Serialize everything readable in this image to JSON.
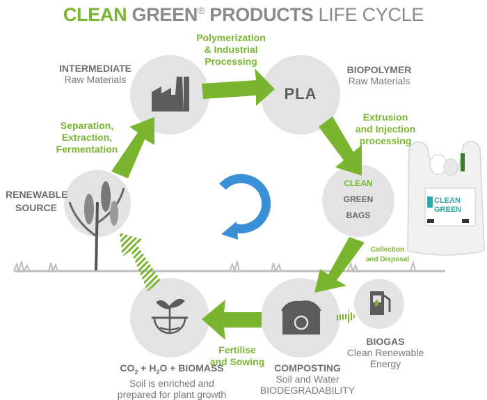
{
  "title": {
    "part1": "CLEAN",
    "part2": "GREEN",
    "reg": "®",
    "part3": "PRODUCTS",
    "part4": "LIFE CYCLE"
  },
  "nodes": {
    "intermediate": {
      "title": "INTERMEDIATE",
      "subtitle": "Raw Materials"
    },
    "biopolymer": {
      "title": "BIOPOLYMER",
      "subtitle": "Raw Materials"
    },
    "pla": {
      "label": "PLA"
    },
    "bags": {
      "line1": "CLEAN",
      "line2": "GREEN",
      "line3": "BAGS"
    },
    "renewable": {
      "line1": "RENEWABLE",
      "line2": "SOURCE"
    },
    "composting": {
      "title": "COMPOSTING",
      "line1": "Soil and Water",
      "line2": "BIODEGRADABILITY"
    },
    "biogas": {
      "title": "BIOGAS",
      "line1": "Clean Renewable",
      "line2": "Energy"
    },
    "biomass": {
      "t_co": "CO",
      "t_sub2a": "2",
      "t_plus_h": " + H",
      "t_sub2b": "2",
      "t_o": "O + BIOMASS",
      "line1": "Soil is enriched and",
      "line2": "prepared for plant growth"
    }
  },
  "steps": {
    "polymerization": [
      "Polymerization",
      "& Industrial",
      "Processing"
    ],
    "extrusion": [
      "Extrusion",
      "and Injection",
      "processing"
    ],
    "separation": [
      "Separation,",
      "Extraction,",
      "Fermentation"
    ],
    "collection": [
      "Collection",
      "and Disposal"
    ],
    "fertilise": [
      "Fertilise",
      "and Sowing"
    ]
  },
  "product_bag": {
    "brand1": "CLEAN",
    "brand2": "GREEN"
  },
  "colors": {
    "green": "#7ab530",
    "gray_text": "#7a7a7a",
    "circle": "#e3e3e3",
    "cycle_blue": "#3a8fd6"
  }
}
